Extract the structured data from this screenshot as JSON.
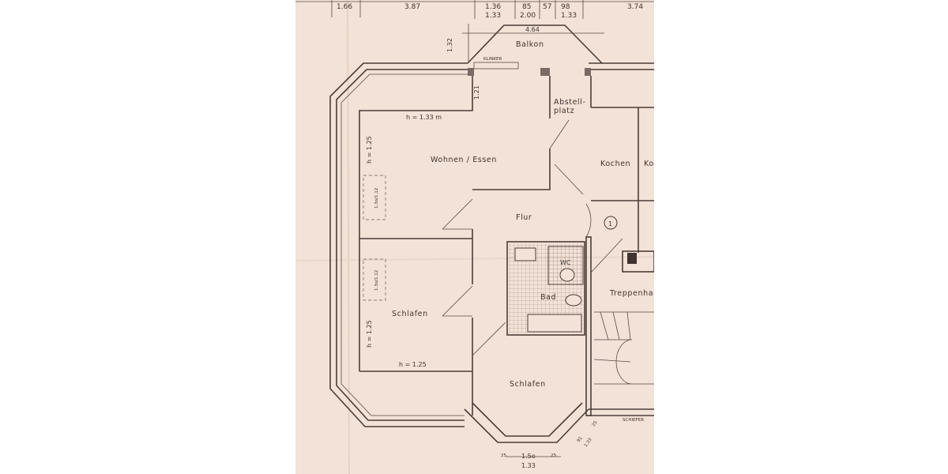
{
  "drawing": {
    "paper_color": "#f3e2d7",
    "line_color": "#4a3d38",
    "top_dimensions": {
      "row1": [
        "1.66",
        "3.87",
        "1.36",
        "85",
        "57",
        "98",
        "3.74"
      ],
      "row2": [
        "1.33",
        "2.00",
        "1.33"
      ]
    },
    "balcony": {
      "label": "Balkon",
      "width": "4.64",
      "depth": "1.32",
      "material": "KLINKER"
    },
    "wall_dimension": "1.21",
    "rooms": {
      "wohnen": "Wohnen / Essen",
      "abstell": [
        "Abstell-",
        "platz"
      ],
      "kochen": "Kochen",
      "kochen_cut": "Ko",
      "flur": "Flur",
      "wc": "WC",
      "bad": "Bad",
      "treppenhaus": "Treppenhau",
      "schlafen_left": "Schlafen",
      "schlafen_bottom": "Schlafen"
    },
    "heights": {
      "wohnen_top": "h = 1.33 m",
      "wohnen_left": "h = 1.25",
      "schlafen_left": "h = 1.25",
      "schlafen_bottom": "h = 1.25"
    },
    "skylights": [
      "1.3o/1.12",
      "1.3o/1.12"
    ],
    "marker": "1",
    "roof_material": "SCHIEFER",
    "bay_dimensions": {
      "left": "25",
      "center": "1.5o",
      "center_sub": "1.33",
      "right": "25",
      "diag": "91",
      "diag_sub": "1.33",
      "diag_small": "25"
    }
  }
}
